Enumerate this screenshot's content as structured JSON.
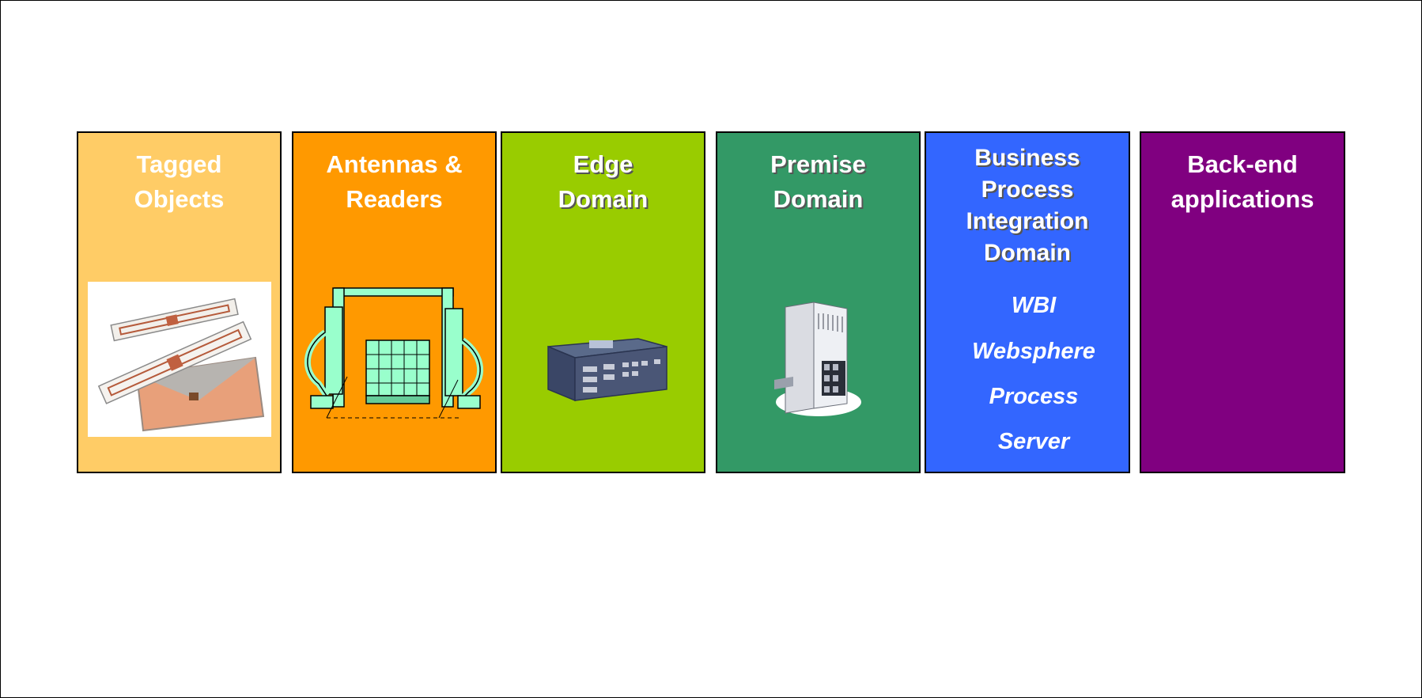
{
  "colors": {
    "tagged": "#FFCC66",
    "antennas": "#FF9900",
    "edge": "#99CC00",
    "premise": "#339966",
    "bpi": "#3366FF",
    "backend": "#800080"
  },
  "panels": [
    {
      "title": "Tagged\nObjects",
      "illustration": "rfid-tags-photo"
    },
    {
      "title": "Antennas &\nReaders",
      "illustration": "rfid-portal-icon"
    },
    {
      "title": "Edge\nDomain",
      "illustration": "edge-controller-photo"
    },
    {
      "title": "Premise\nDomain",
      "illustration": "server-tower-photo"
    },
    {
      "title": "Business\nProcess\nIntegration\nDomain",
      "items": [
        "WBI",
        "Websphere",
        "Process",
        "Server"
      ]
    },
    {
      "title": "Back-end\napplications"
    }
  ]
}
